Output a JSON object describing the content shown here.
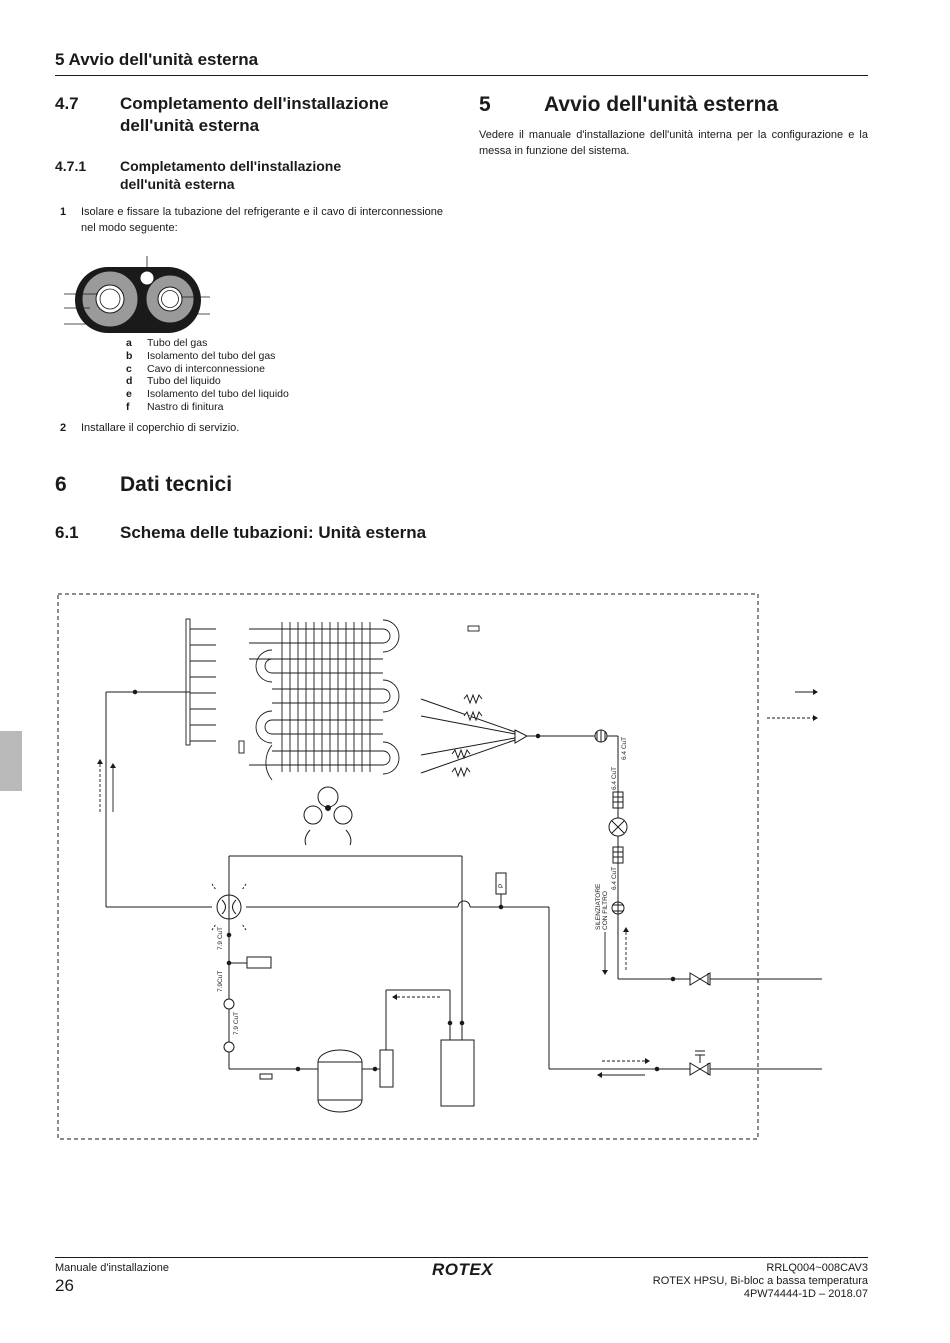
{
  "header": {
    "running_title": "5 Avvio dell'unità esterna"
  },
  "section_4_7": {
    "number": "4.7",
    "title": "Completamento dell'installazione dell'unità esterna",
    "sub": {
      "number": "4.7.1",
      "title": "Completamento dell'installazione dell'unità esterna"
    },
    "steps": [
      {
        "num": "1",
        "text": "Isolare e fissare la tubazione del refrigerante e il cavo di interconnessione nel modo seguente:"
      },
      {
        "num": "2",
        "text": "Installare il coperchio di servizio."
      }
    ],
    "legend": [
      {
        "key": "a",
        "label": "Tubo del gas"
      },
      {
        "key": "b",
        "label": "Isolamento del tubo del gas"
      },
      {
        "key": "c",
        "label": "Cavo di interconnessione"
      },
      {
        "key": "d",
        "label": "Tubo del liquido"
      },
      {
        "key": "e",
        "label": "Isolamento del tubo del liquido"
      },
      {
        "key": "f",
        "label": "Nastro di finitura"
      }
    ]
  },
  "section_5": {
    "number": "5",
    "title": "Avvio dell'unità esterna",
    "text": "Vedere il manuale d'installazione dell'unità interna per la configurazione e la messa in funzione del sistema."
  },
  "section_6": {
    "number": "6",
    "title": "Dati tecnici",
    "sub": {
      "number": "6.1",
      "title": "Schema delle tubazioni: Unità esterna"
    }
  },
  "diagram": {
    "labels": {
      "pipe_64_a": "6.4 CuT",
      "pipe_64_b": "6.4 CuT",
      "pipe_64_c": "6.4 CuT",
      "pipe_79_a": "7.9 CuT",
      "pipe_79_b": "7.9CuT",
      "pipe_79_c": "7.9 CuT",
      "silencer_1": "SILENZIATORE",
      "silencer_2": "CON FILTRO",
      "pressure": "P"
    }
  },
  "footer": {
    "manual": "Manuale d'installazione",
    "page": "26",
    "brand": "ROTEX",
    "model": "RRLQ004~008CAV3",
    "product": "ROTEX HPSU, Bi-bloc a bassa temperatura",
    "doc": "4PW74444-1D – 2018.07"
  }
}
